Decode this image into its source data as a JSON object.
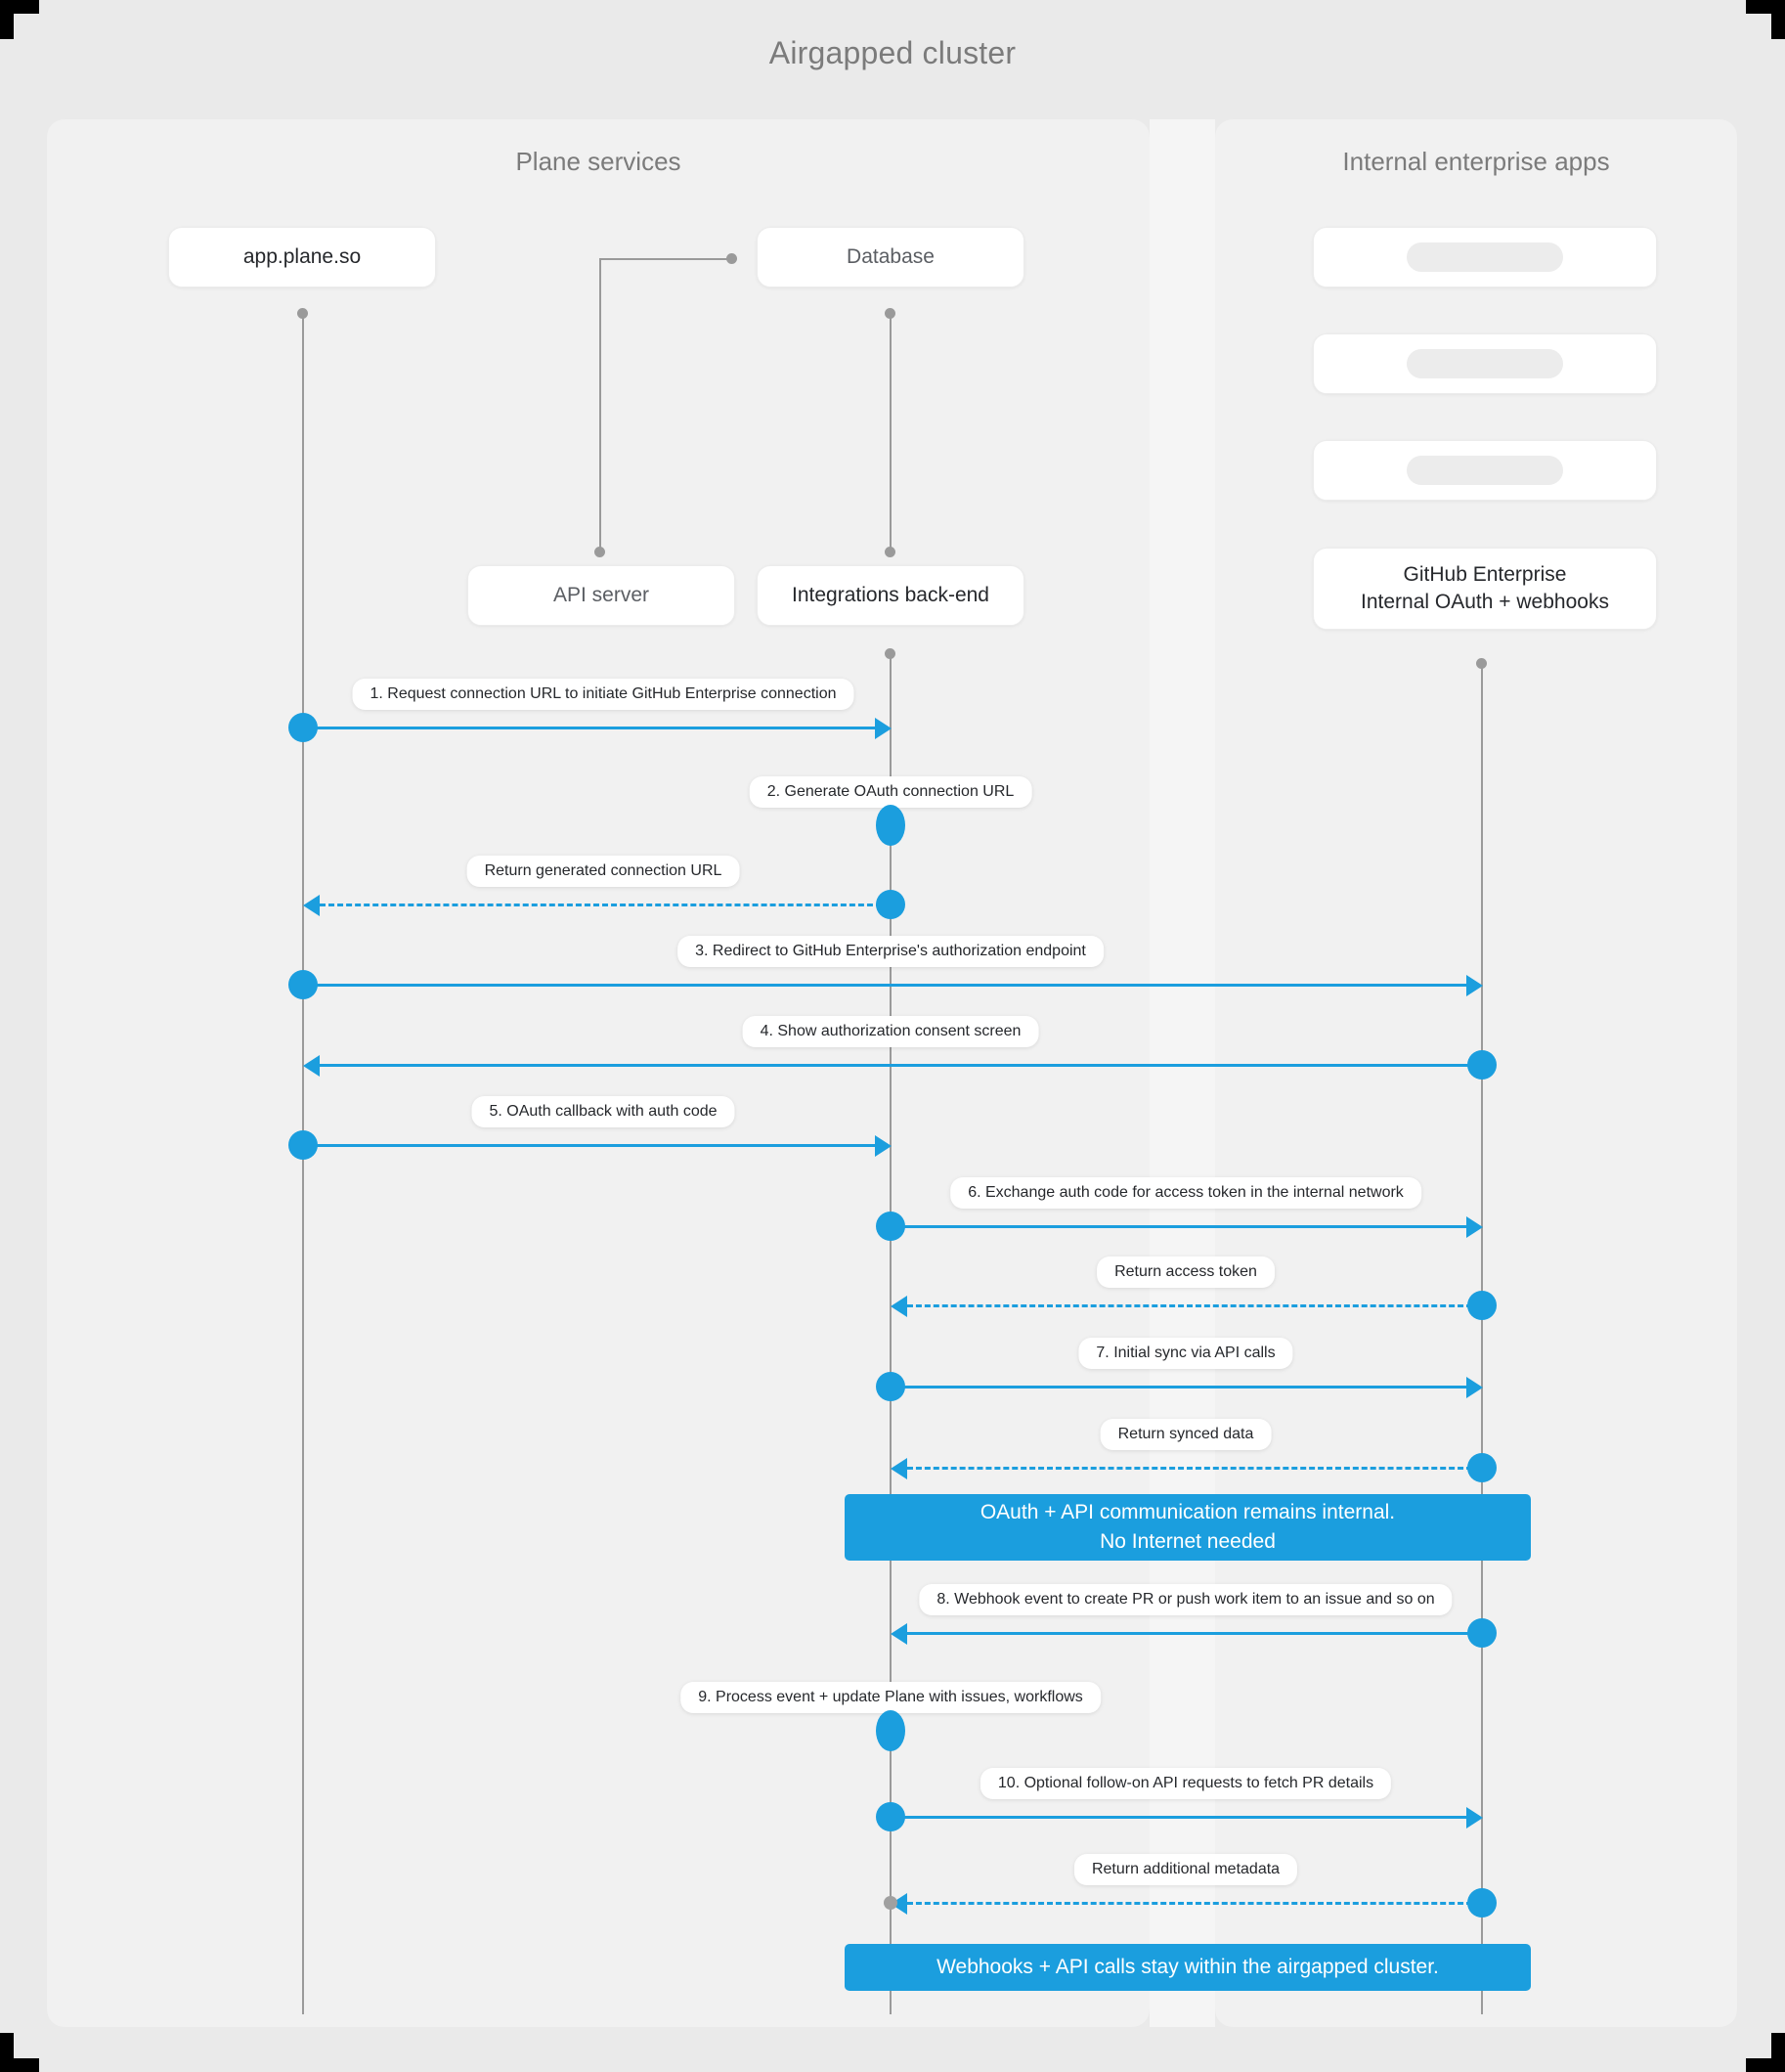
{
  "title": "Airgapped cluster",
  "panels": {
    "left": {
      "title": "Plane services"
    },
    "right": {
      "title": "Internal enterprise apps"
    }
  },
  "participants": [
    {
      "id": "app",
      "label": "app.plane.so"
    },
    {
      "id": "database",
      "label": "Database"
    },
    {
      "id": "api",
      "label": "API server"
    },
    {
      "id": "integrations",
      "label": "Integrations back-end"
    },
    {
      "id": "github",
      "label": "GitHub Enterprise\nInternal OAuth + webhooks"
    }
  ],
  "enterprise_placeholders": [
    {
      "id": "placeholder-1",
      "label": ""
    },
    {
      "id": "placeholder-2",
      "label": ""
    },
    {
      "id": "placeholder-3",
      "label": ""
    }
  ],
  "messages": [
    {
      "n": 1,
      "label": "1. Request connection URL to initiate GitHub Enterprise connection",
      "from": "app",
      "to": "integrations",
      "style": "solid"
    },
    {
      "n": 2,
      "label": "2. Generate OAuth connection URL",
      "from": "integrations",
      "to": "integrations",
      "style": "self"
    },
    {
      "n": 3,
      "label": "Return generated connection URL",
      "from": "integrations",
      "to": "app",
      "style": "dashed"
    },
    {
      "n": 4,
      "label": "3. Redirect to GitHub Enterprise's authorization endpoint",
      "from": "app",
      "to": "github",
      "style": "solid"
    },
    {
      "n": 5,
      "label": "4. Show authorization consent screen",
      "from": "github",
      "to": "app",
      "style": "solid"
    },
    {
      "n": 6,
      "label": "5. OAuth callback with auth code",
      "from": "app",
      "to": "integrations",
      "style": "solid"
    },
    {
      "n": 7,
      "label": "6. Exchange auth code for access token in the internal network",
      "from": "integrations",
      "to": "github",
      "style": "solid"
    },
    {
      "n": 8,
      "label": "Return access token",
      "from": "github",
      "to": "integrations",
      "style": "dashed"
    },
    {
      "n": 9,
      "label": "7. Initial sync via API calls",
      "from": "integrations",
      "to": "github",
      "style": "solid"
    },
    {
      "n": 10,
      "label": "Return synced data",
      "from": "github",
      "to": "integrations",
      "style": "dashed"
    },
    {
      "n": 11,
      "label": "8. Webhook event to create PR  or push work item to an issue  and so on",
      "from": "github",
      "to": "integrations",
      "style": "solid"
    },
    {
      "n": 12,
      "label": "9. Process event + update Plane with issues, workflows",
      "from": "integrations",
      "to": "integrations",
      "style": "self"
    },
    {
      "n": 13,
      "label": "10. Optional follow-on API requests to fetch PR details",
      "from": "integrations",
      "to": "github",
      "style": "solid"
    },
    {
      "n": 14,
      "label": "Return additional metadata",
      "from": "github",
      "to": "integrations",
      "style": "dashed"
    }
  ],
  "notes": [
    {
      "id": "note-internal",
      "text": "OAuth + API communication remains internal.\nNo Internet needed"
    },
    {
      "id": "note-airgapped",
      "text": "Webhooks + API calls stay within the airgapped cluster."
    }
  ],
  "colors": {
    "accent": "#1b9ede",
    "canvas_bg": "#eaeaea",
    "panel_bg": "#f1f1f1",
    "lifeline": "#9a9a9a",
    "title_text": "#7b7b7b"
  }
}
